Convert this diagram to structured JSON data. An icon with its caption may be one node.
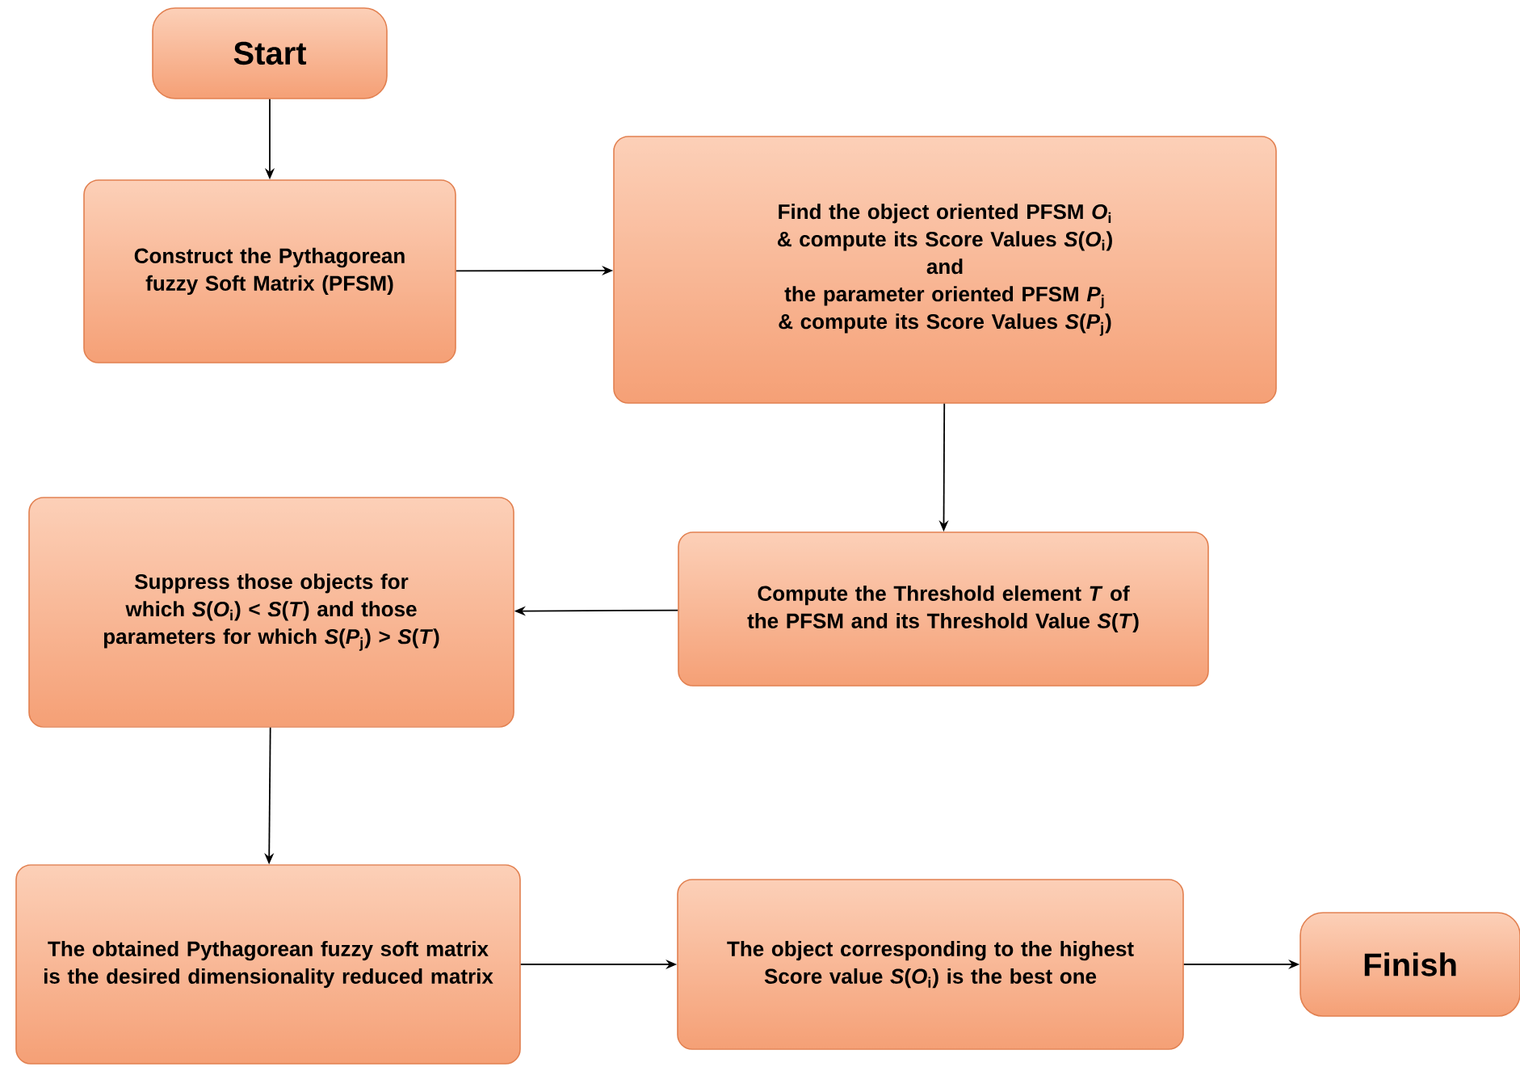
{
  "diagram": {
    "nodes": [
      {
        "text": [
          "Start"
        ]
      },
      {
        "text": [
          "Construct the Pythagorean fuzzy Soft Matrix (PFSM)"
        ]
      },
      {
        "text": [
          "Find the object oriented PFSM *O*$_{i}$ & compute its Score Values *S*(*O*$_{i}$)",
          "and",
          "the parameter oriented PFSM *P*$_{j}$ & compute its Score Values *S*(*P*$_{j}$)"
        ]
      },
      {
        "text": [
          "Compute the Threshold element *T* of the PFSM and its Threshold Value *S*(*T*)"
        ]
      },
      {
        "text": [
          "Suppress those objects for which *S*(*O*$_{i}$) < *S*(*T*) and those parameters for which *S*(*P*$_{j}$) > *S*(*T*)"
        ]
      },
      {
        "text": [
          "The obtained Pythagorean fuzzy soft matrix is the desired dimensionality reduced matrix"
        ]
      },
      {
        "text": [
          "The object corresponding to the highest Score value *S*(*O*$_{i}$) is the best one"
        ]
      },
      {
        "text": [
          "Finish"
        ]
      }
    ],
    "edges": [
      {
        "from": 0,
        "to": 1,
        "arrow": "to"
      },
      {
        "from": 1,
        "to": 2,
        "arrow": "to"
      },
      {
        "from": 2,
        "to": 3,
        "arrow": "to"
      },
      {
        "from": 3,
        "to": 4,
        "arrow": "to"
      },
      {
        "from": 4,
        "to": 5,
        "arrow": "to"
      },
      {
        "from": 5,
        "to": 6,
        "arrow": "to"
      },
      {
        "from": 6,
        "to": 7,
        "arrow": "to"
      }
    ]
  }
}
